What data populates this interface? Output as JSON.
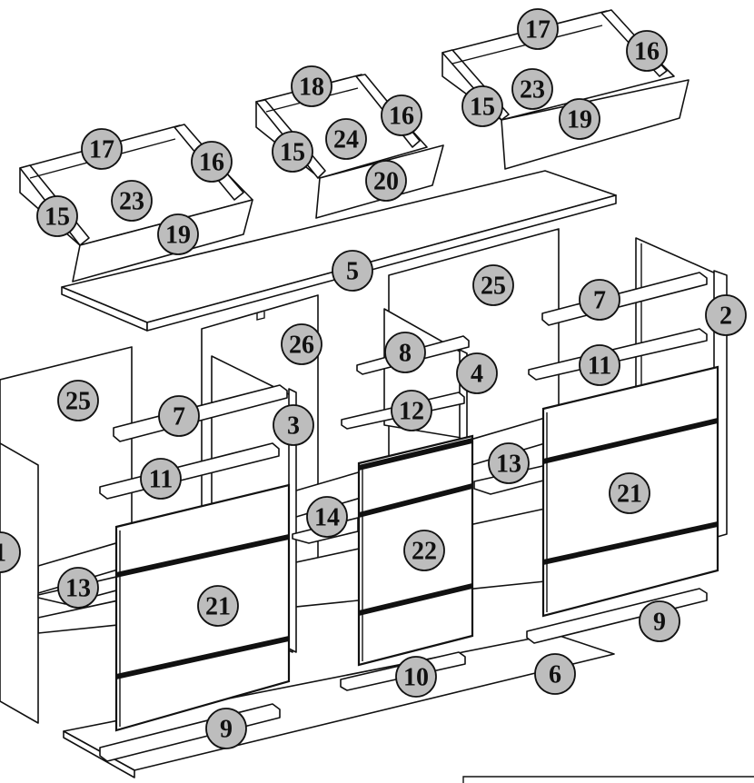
{
  "labels": [
    {
      "id": "b17a",
      "text": "17"
    },
    {
      "id": "b16a",
      "text": "16"
    },
    {
      "id": "b15a",
      "text": "15"
    },
    {
      "id": "b23a",
      "text": "23"
    },
    {
      "id": "b19a",
      "text": "19"
    },
    {
      "id": "b18",
      "text": "18"
    },
    {
      "id": "b16b",
      "text": "16"
    },
    {
      "id": "b15b",
      "text": "15"
    },
    {
      "id": "b24",
      "text": "24"
    },
    {
      "id": "b20",
      "text": "20"
    },
    {
      "id": "b17b",
      "text": "17"
    },
    {
      "id": "b16c",
      "text": "16"
    },
    {
      "id": "b15c",
      "text": "15"
    },
    {
      "id": "b23b",
      "text": "23"
    },
    {
      "id": "b19b",
      "text": "19"
    },
    {
      "id": "b5",
      "text": "5"
    },
    {
      "id": "b25a",
      "text": "25"
    },
    {
      "id": "b25b",
      "text": "25"
    },
    {
      "id": "b26",
      "text": "26"
    },
    {
      "id": "b7a",
      "text": "7"
    },
    {
      "id": "b7b",
      "text": "7"
    },
    {
      "id": "b8",
      "text": "8"
    },
    {
      "id": "b2",
      "text": "2"
    },
    {
      "id": "b4",
      "text": "4"
    },
    {
      "id": "b11a",
      "text": "11"
    },
    {
      "id": "b11b",
      "text": "11"
    },
    {
      "id": "b3",
      "text": "3"
    },
    {
      "id": "b12",
      "text": "12"
    },
    {
      "id": "b13a",
      "text": "13"
    },
    {
      "id": "b13b",
      "text": "13"
    },
    {
      "id": "b14",
      "text": "14"
    },
    {
      "id": "b21a",
      "text": "21"
    },
    {
      "id": "b21b",
      "text": "21"
    },
    {
      "id": "b22",
      "text": "22"
    },
    {
      "id": "b1",
      "text": "1"
    },
    {
      "id": "b9a",
      "text": "9"
    },
    {
      "id": "b9b",
      "text": "9"
    },
    {
      "id": "b10",
      "text": "10"
    },
    {
      "id": "b6",
      "text": "6"
    }
  ]
}
